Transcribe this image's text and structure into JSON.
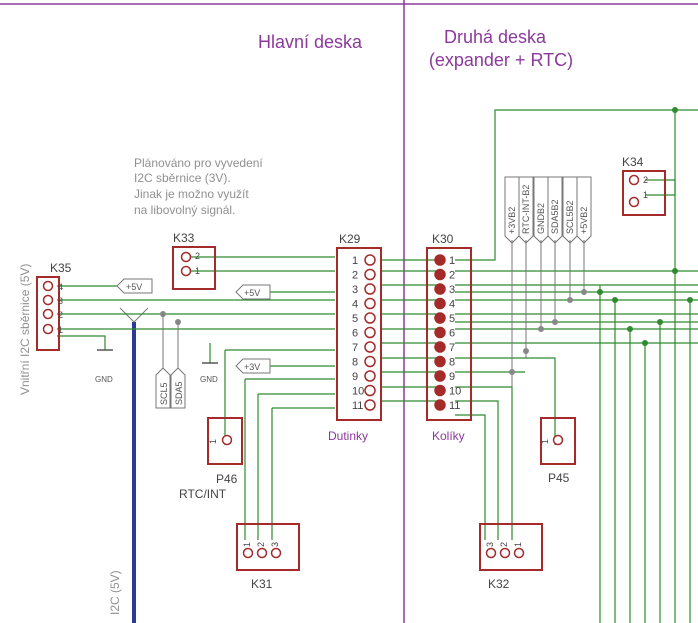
{
  "titles": {
    "main_board": "Hlavní deska",
    "second_board_line1": "Druhá deska",
    "second_board_line2": "(expander + RTC)"
  },
  "note": {
    "line1": "Plánováno pro vyvedení",
    "line2": "I2C sběrnice (3V).",
    "line3": "Jinak je možno využít",
    "line4": "na libovolný signál."
  },
  "labels": {
    "internal_bus": "Vnitřní I2C sběrnice (5V)",
    "i2c_bus": "I2C (5V)",
    "gnd": "GND",
    "plus5v": "+5V",
    "plus3v": "+3V",
    "scl5": "SCL5",
    "sda5": "SDA5",
    "rtc_int": "RTC/INT",
    "dutinky": "Dutinky",
    "koliky": "Kolíky"
  },
  "connectors": {
    "k35": {
      "name": "K35",
      "pins": [
        "4",
        "3",
        "2",
        "1"
      ]
    },
    "k33": {
      "name": "K33",
      "pins": [
        "2",
        "1"
      ]
    },
    "k29": {
      "name": "K29",
      "pins": [
        "1",
        "2",
        "3",
        "4",
        "5",
        "6",
        "7",
        "8",
        "9",
        "10",
        "11"
      ]
    },
    "k30": {
      "name": "K30",
      "pins": [
        "1",
        "2",
        "3",
        "4",
        "5",
        "6",
        "7",
        "8",
        "9",
        "10",
        "11"
      ]
    },
    "k34": {
      "name": "K34",
      "pins": [
        "2",
        "1"
      ]
    },
    "p46": {
      "name": "P46",
      "pins": [
        "1"
      ]
    },
    "p45": {
      "name": "P45",
      "pins": [
        "1"
      ]
    },
    "k31": {
      "name": "K31",
      "pins": [
        "1",
        "2",
        "3"
      ]
    },
    "k32": {
      "name": "K32",
      "pins": [
        "3",
        "2",
        "1"
      ]
    }
  },
  "bus_labels_b2": [
    "+3VB2",
    "RTC-INT-B2",
    "GNDB2",
    "SDA5B2",
    "SCL5B2",
    "+5VB2"
  ],
  "colors": {
    "wire": "#2e8b2e",
    "part": "#a52a2a",
    "boundary": "#8b3a9b",
    "bus": "#2a3a9b",
    "net": "#777777"
  }
}
